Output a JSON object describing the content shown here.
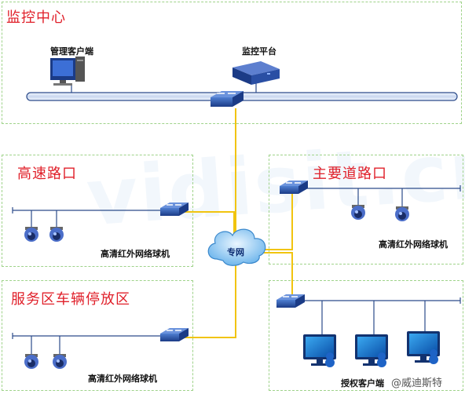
{
  "zones": {
    "monitor_center": "监控中心",
    "highway": "高速路口",
    "main_road": "主要道路口",
    "service_area": "服务区车辆停放区"
  },
  "labels": {
    "admin_client": "管理客户端",
    "platform": "监控平台",
    "highway_cam": "高清红外网络球机",
    "main_road_cam": "高清红外网络球机",
    "service_cam": "高清红外网络球机",
    "private_net": "专网",
    "auth_client": "授权客户端"
  },
  "watermark": {
    "big": "vidisit.cn",
    "credit": "@威迪斯特"
  },
  "colors": {
    "zone_title": "#e0202a",
    "link": "#f1c40f",
    "bus": "#2c4b8a",
    "zone_border": "#9fd38a"
  }
}
